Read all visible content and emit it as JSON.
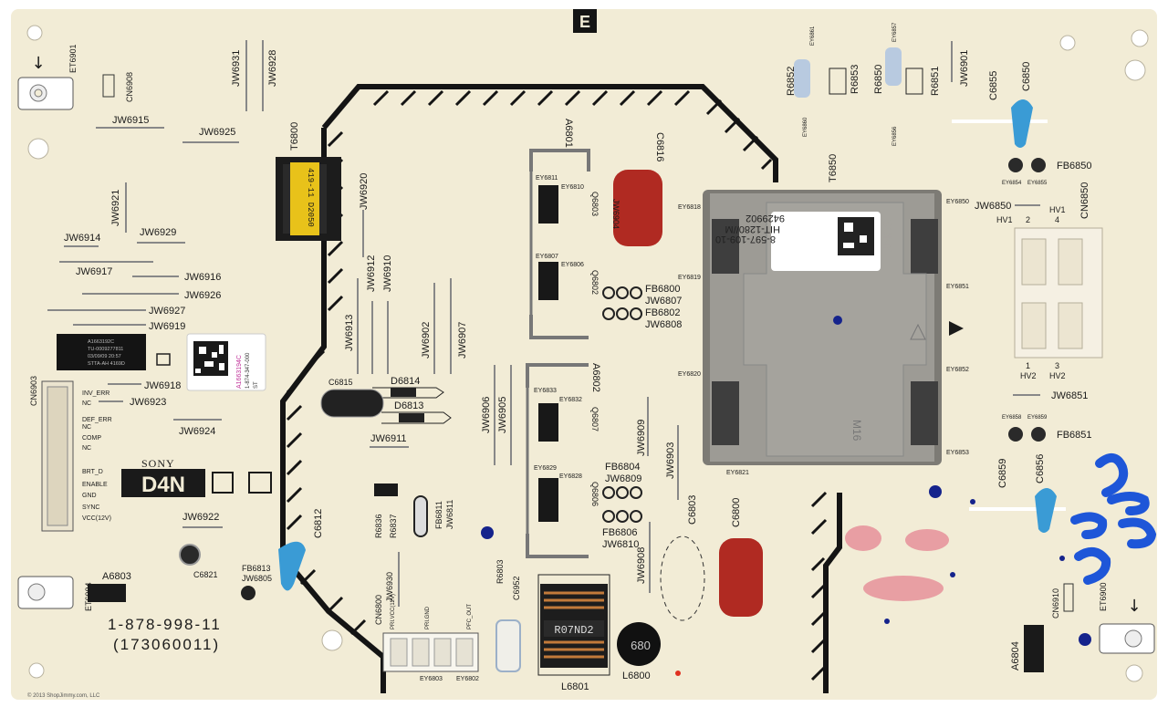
{
  "part_number": "1-878-998-11",
  "serial_code": "(173060011)",
  "copyright": "© 2013 ShopJimmy.com, LLC",
  "brand": "SONY",
  "board_name": "D4N",
  "board_letter": "E",
  "transformer_label": {
    "brand": "SONY",
    "line1": "8-597-109-10",
    "line2": "HIT-1280//M",
    "line3": "9429902",
    "m_mark": "M16"
  },
  "choke_label": "R07ND2",
  "inductor_label": "680",
  "t6800_label": "419-11 D2050",
  "connectors": {
    "cn6903_pins": [
      "INV_ERR",
      "NC",
      "DEF_ERR",
      "NC",
      "COMP",
      "NC",
      "BRT_D",
      "ENABLE",
      "GND",
      "SYNC",
      "VCC(12V)"
    ],
    "cn6800_pins": [
      "PRI.VCC(12V)",
      "PRI.GND",
      "PFC_OUT"
    ],
    "cn6850_pins": [
      "HV1",
      "2",
      "HV1",
      "4",
      "1",
      "HV2",
      "3",
      "HV2"
    ]
  },
  "sticker": {
    "line1": "A1663194C",
    "line2": "1-874-347-000",
    "line3": "ST"
  },
  "chip": {
    "line1": "A1663192C",
    "line2": "TU-0009277811",
    "line3": "03/09/09 20:57",
    "line4": "STTA-AH 4169D"
  },
  "refs": {
    "et6901": "ET6901",
    "cn6908": "CN6908",
    "jw6915": "JW6915",
    "jw6925": "JW6925",
    "jw6931": "JW6931",
    "jw6928": "JW6928",
    "t6800": "T6800",
    "jw6920": "JW6920",
    "jw6921": "JW6921",
    "jw6914": "JW6914",
    "jw6929": "JW6929",
    "jw6917": "JW6917",
    "jw6916": "JW6916",
    "jw6926": "JW6926",
    "jw6927": "JW6927",
    "jw6919": "JW6919",
    "jw6918": "JW6918",
    "jw6923": "JW6923",
    "jw6924": "JW6924",
    "jw6922": "JW6922",
    "cn6903": "CN6903",
    "a6803": "A6803",
    "et6904": "ET6904",
    "c6821": "C6821",
    "fb6813": "FB6813",
    "jw6805": "JW6805",
    "c6812": "C6812",
    "jw6913": "JW6913",
    "jw6912": "JW6912",
    "jw6910": "JW6910",
    "jw6902": "JW6902",
    "jw6907": "JW6907",
    "d6814": "D6814",
    "d6813": "D6813",
    "c6815": "C6815",
    "jw6911": "JW6911",
    "r6836": "R6836",
    "r6837": "R6837",
    "fb6811": "FB6811",
    "jw6811": "JW6811",
    "jw6930": "JW6930",
    "cn6800": "CN6800",
    "r6803": "R6803",
    "c6952": "C6952",
    "l6801": "L6801",
    "l6800": "L6800",
    "ey6803": "EY6803",
    "ey6802": "EY6802",
    "a6801": "A6801",
    "a6802": "A6802",
    "c6816": "C6816",
    "jw6904": "JW6904",
    "q6803": "Q6803",
    "q6802": "Q6802",
    "q6807": "Q6807",
    "q6806": "Q6806",
    "ey6811": "EY6811",
    "ey6810": "EY6810",
    "ey6807": "EY6807",
    "ey6806": "EY6806",
    "ey6833": "EY6833",
    "ey6832": "EY6832",
    "ey6829": "EY6829",
    "ey6828": "EY6828",
    "fb6800": "FB6800",
    "jw6807": "JW6807",
    "fb6802": "FB6802",
    "jw6808": "JW6808",
    "fb6804": "FB6804",
    "jw6809": "JW6809",
    "fb6806": "FB6806",
    "jw6810": "JW6810",
    "jw6906": "JW6906",
    "jw6905": "JW6905",
    "jw6909": "JW6909",
    "jw6903": "JW6903",
    "jw6908": "JW6908",
    "c6803": "C6803",
    "c6800": "C6800",
    "t6850": "T6850",
    "ey6850": "EY6850",
    "ey6851": "EY6851",
    "ey6852": "EY6852",
    "ey6853": "EY6853",
    "ey6819": "EY6819",
    "ey6818": "EY6818",
    "ey6820": "EY6820",
    "ey6821": "EY6821",
    "ey6861": "EY6861",
    "ey6860": "EY6860",
    "ey6857": "EY6857",
    "ey6856": "EY6856",
    "r6852": "R6852",
    "r6853": "R6853",
    "r6850": "R6850",
    "r6851": "R6851",
    "jw6901": "JW6901",
    "c6855": "C6855",
    "c6850": "C6850",
    "fb6850": "FB6850",
    "ey6854": "EY6854",
    "ey6855": "EY6855",
    "jw6850": "JW6850",
    "cn6850": "CN6850",
    "jw6851": "JW6851",
    "ey6858": "EY6858",
    "ey6859": "EY6859",
    "fb6851": "FB6851",
    "c6859": "C6859",
    "c6856": "C6856",
    "cn6910": "CN6910",
    "et6900": "ET6900",
    "a6804": "A6804"
  },
  "handwriting": "2010",
  "colors": {
    "board": "#f2ecd6",
    "silk": "#1a1a1a",
    "transformer": "#9d9b95",
    "blue_cap": "#3a9bd5",
    "red_cap": "#b02a22",
    "ink_blue": "#1e56d8",
    "ink_red": "#e0607a"
  }
}
